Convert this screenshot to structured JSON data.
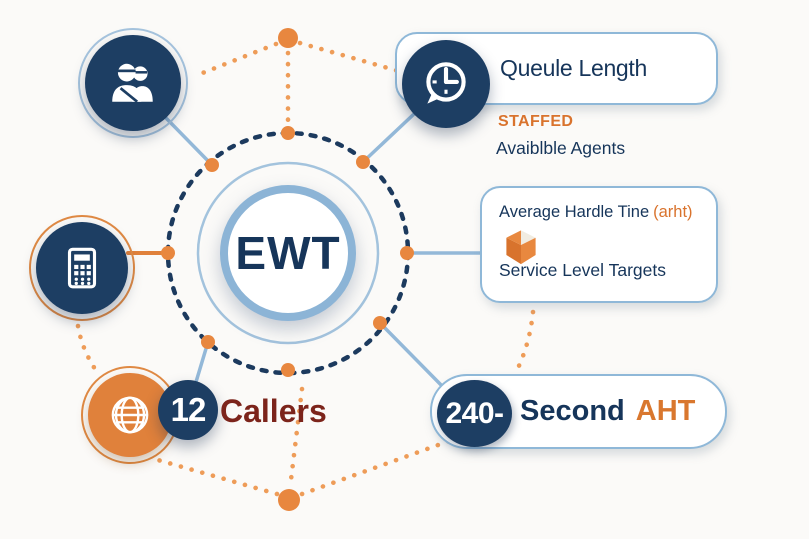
{
  "colors": {
    "navy": "#1d3e63",
    "navy_text": "#16355a",
    "orange": "#e0813b",
    "orange_dot": "#ee9c58",
    "light_blue": "#8fb8d8",
    "maroon": "#7c241b"
  },
  "center": {
    "label": "EWT"
  },
  "icons": {
    "agents": "people-icon",
    "queue": "clock-icon",
    "estimate": "calculator-icon",
    "callers": "globe-icon",
    "handle_time": "package-icon"
  },
  "cards": {
    "queue_length": {
      "title": "Queule Length"
    },
    "staffed": {
      "title": "STAFFED",
      "subtitle": "Avaiblble Agents"
    },
    "handle_time": {
      "line1": "Average Hardle Tine",
      "line1_accent": "(arht)",
      "line2": "Service Level Targets"
    },
    "callers": {
      "value": "12",
      "label": "Callers"
    },
    "aht": {
      "value": "240-",
      "label": "Second",
      "accent": "AHT"
    }
  }
}
